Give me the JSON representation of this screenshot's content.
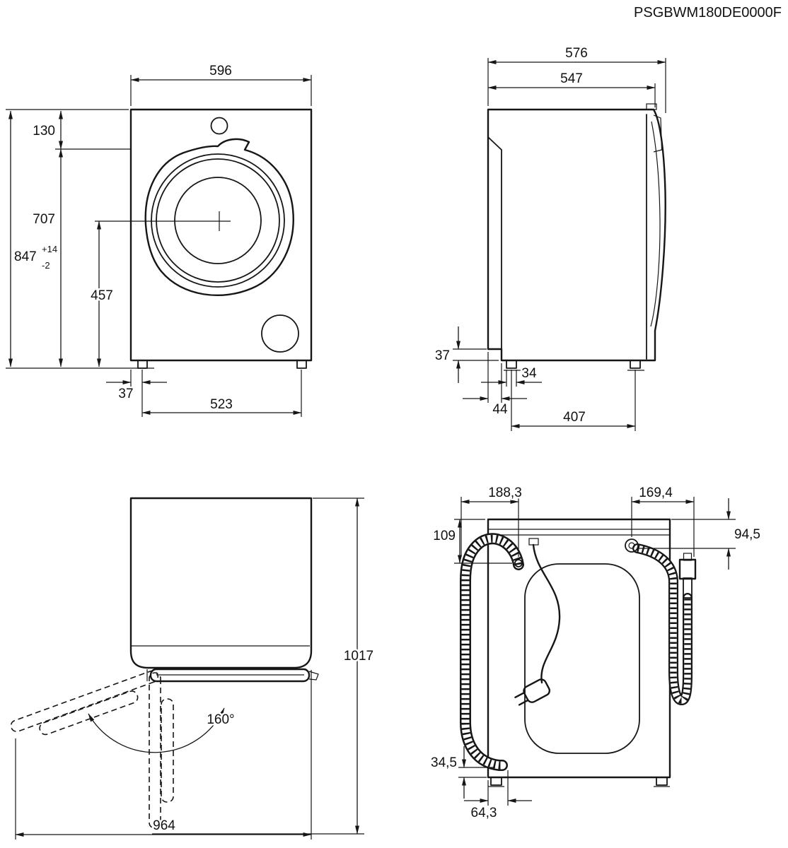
{
  "title": "PSGBWM180DE0000F",
  "views": {
    "front": {
      "width": "596",
      "top_to_door_top": "130",
      "door_top_to_floor": "707",
      "height": "847",
      "height_tol_plus": "+14",
      "height_tol_minus": "-2",
      "door_center_to_floor": "457",
      "foot_inset": "37",
      "feet_spacing": "523"
    },
    "side": {
      "depth_total": "576",
      "depth_housing": "547",
      "rear_panel_to_floor": "37",
      "foot_width": "34",
      "rear_recess": "44",
      "feet_spacing": "407"
    },
    "door_swing": {
      "open_angle": "160°",
      "height_door_open": "1017",
      "depth_door_open": "964"
    },
    "rear": {
      "drain_offset_x": "188,3",
      "inlet_offset_x": "169,4",
      "drain_offset_y": "109",
      "inlet_offset_y": "94,5",
      "drain_end_offset_y": "34,5",
      "drain_end_offset_x": "64,3"
    }
  }
}
